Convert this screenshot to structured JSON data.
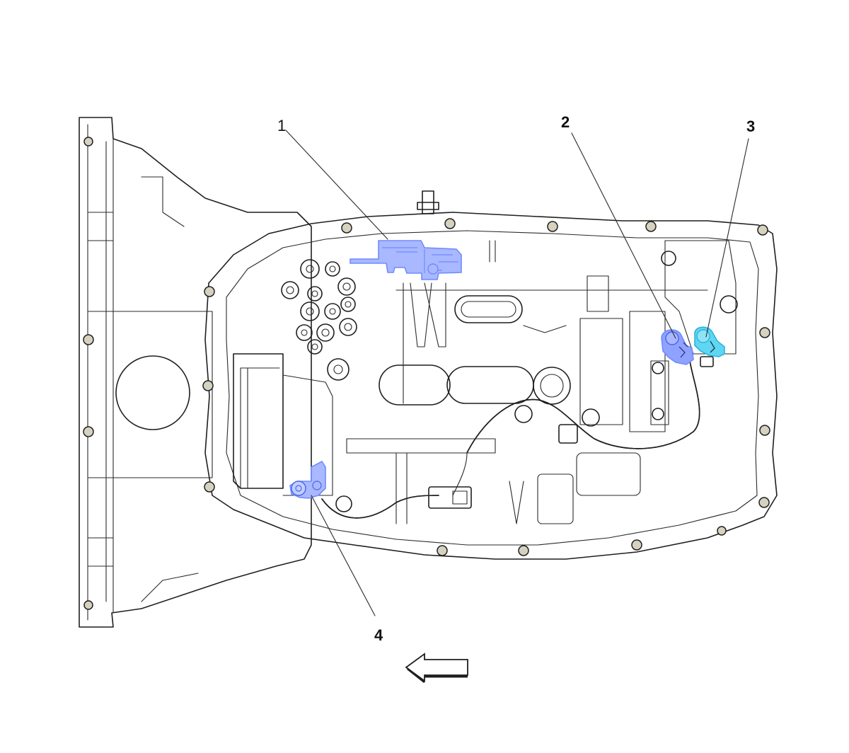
{
  "colors": {
    "background": "#ffffff",
    "housing_fill": "#d6d2c0",
    "housing_shadow": "#c7c2ae",
    "outline": "#1f1f1f",
    "highlight_blue": "#6f8bff",
    "highlight_cyan": "#4fd0f0"
  },
  "callouts": [
    {
      "id": "1",
      "label": "1"
    },
    {
      "id": "2",
      "label": "2"
    },
    {
      "id": "3",
      "label": "3"
    },
    {
      "id": "4",
      "label": "4"
    }
  ],
  "direction_arrow": {
    "icon": "left-arrow-icon",
    "points": "left"
  }
}
